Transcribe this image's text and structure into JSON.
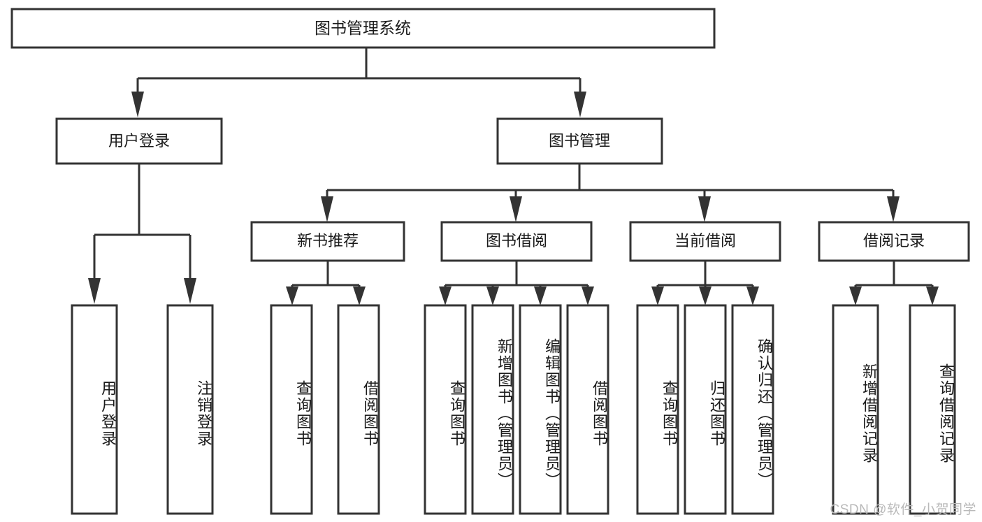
{
  "diagram": {
    "type": "tree-hierarchy-chart",
    "title": "图书管理系统",
    "colors": {
      "stroke": "#333333",
      "box_fill": "#ffffff",
      "text": "#1a1a1a",
      "background": "#ffffff",
      "watermark": "#b9b9b9"
    },
    "root": {
      "label": "图书管理系统"
    },
    "level2": [
      {
        "label": "用户登录"
      },
      {
        "label": "图书管理"
      }
    ],
    "level3": [
      {
        "label": "新书推荐"
      },
      {
        "label": "图书借阅"
      },
      {
        "label": "当前借阅"
      },
      {
        "label": "借阅记录"
      }
    ],
    "leaves": {
      "user_login": [
        {
          "label": "用户登录"
        },
        {
          "label": "注销登录"
        }
      ],
      "new_book_recommend": [
        {
          "label": "查询图书"
        },
        {
          "label": "借阅图书"
        }
      ],
      "book_borrow": [
        {
          "label": "查询图书"
        },
        {
          "label": "新增图书（管理员）"
        },
        {
          "label": "编辑图书（管理员）"
        },
        {
          "label": "借阅图书"
        }
      ],
      "current_borrow": [
        {
          "label": "查询图书"
        },
        {
          "label": "归还图书"
        },
        {
          "label": "确认归还（管理员）"
        }
      ],
      "borrow_record": [
        {
          "label": "新增借阅记录"
        },
        {
          "label": "查询借阅记录"
        }
      ]
    }
  },
  "watermark": {
    "text": "CSDN @软件_小贺同学"
  }
}
